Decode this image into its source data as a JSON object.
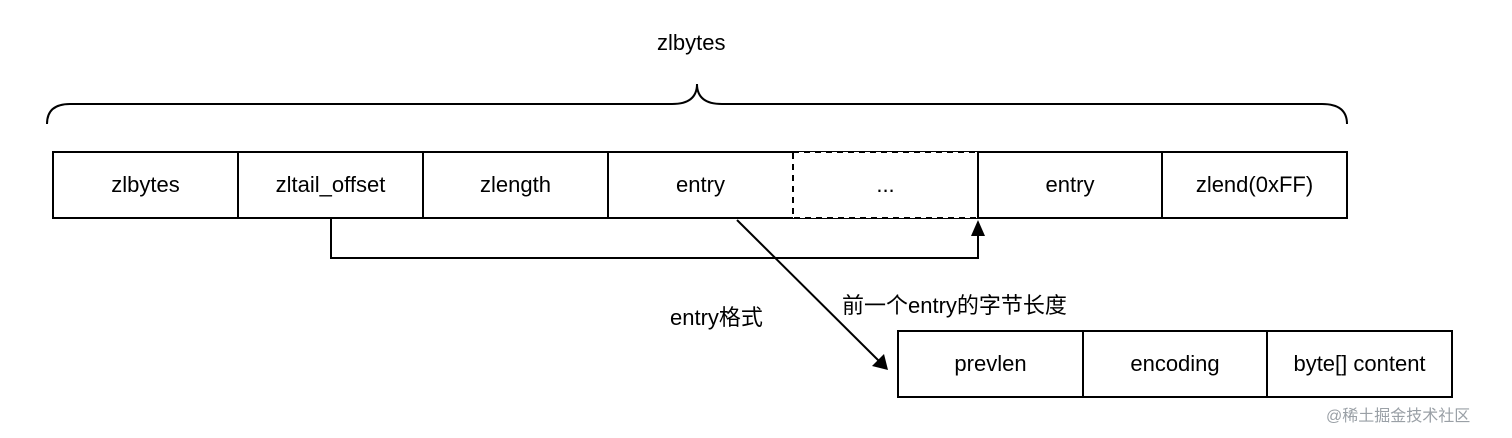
{
  "brace_label": "zlbytes",
  "ziplist_cells": [
    "zlbytes",
    "zltail_offset",
    "zlength",
    "entry",
    "...",
    "entry",
    "zlend(0xFF)"
  ],
  "entry_format_label": "entry格式",
  "prevlen_note": "前一个entry的字节长度",
  "entry_cells": [
    "prevlen",
    "encoding",
    "byte[] content"
  ],
  "watermark": "@稀土掘金技术社区",
  "colors": {
    "line": "#000000",
    "watermark": "#9aa0a6"
  }
}
